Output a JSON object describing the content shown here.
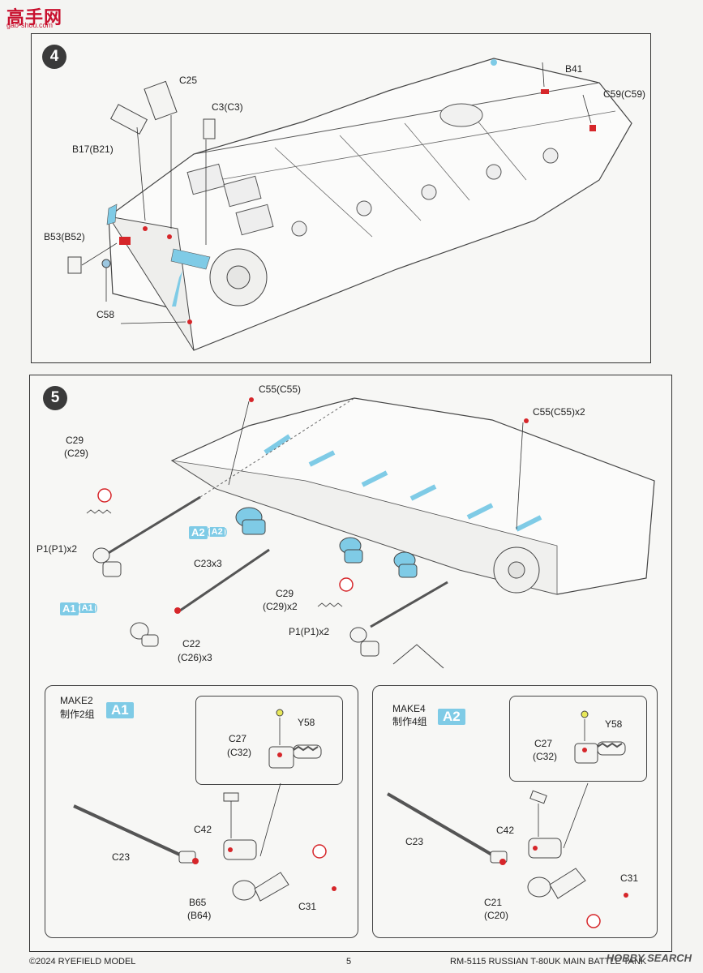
{
  "watermark": {
    "logo_text": "高手网",
    "url_text": "gao-shou.com"
  },
  "step4": {
    "number": "4",
    "labels": {
      "c25": "C25",
      "c3": "C3(C3)",
      "b17": "B17(B21)",
      "b53": "B53(B52)",
      "c58": "C58",
      "b41": "B41",
      "c59": "C59(C59)"
    }
  },
  "step5": {
    "number": "5",
    "labels": {
      "c55a": "C55(C55)",
      "c55b": "C55(C55)x2",
      "c29a_1": "C29",
      "c29a_2": "(C29)",
      "p1a": "P1(P1)x2",
      "a2_tag1": "A2",
      "a2_tag2": "A2",
      "a1_tag1": "A1",
      "a1_tag2": "A1",
      "c23": "C23x3",
      "c29b_1": "C29",
      "c29b_2": "(C29)x2",
      "p1b": "P1(P1)x2",
      "c22_1": "C22",
      "c22_2": "(C26)x3"
    },
    "make2": {
      "title": "MAKE2",
      "title_cn": "制作2组",
      "tag": "A1",
      "labels": {
        "y58": "Y58",
        "c27_1": "C27",
        "c27_2": "(C32)",
        "c42": "C42",
        "c23": "C23",
        "b65_1": "B65",
        "b65_2": "(B64)",
        "c31": "C31"
      }
    },
    "make4": {
      "title": "MAKE4",
      "title_cn": "制作4组",
      "tag": "A2",
      "labels": {
        "y58": "Y58",
        "c27_1": "C27",
        "c27_2": "(C32)",
        "c42": "C42",
        "c23": "C23",
        "c31": "C31",
        "c21_1": "C21",
        "c21_2": "(C20)"
      }
    }
  },
  "footer": {
    "copyright": "©2024 RYEFIELD MODEL",
    "page_number": "5",
    "product": "RM-5115 RUSSIAN T-80UK MAIN BATTLE TANK",
    "source_watermark": "HOBBY SEARCH"
  },
  "colors": {
    "highlight_red": "#d6262a",
    "highlight_blue": "#7fcbe6",
    "line": "#333333"
  }
}
